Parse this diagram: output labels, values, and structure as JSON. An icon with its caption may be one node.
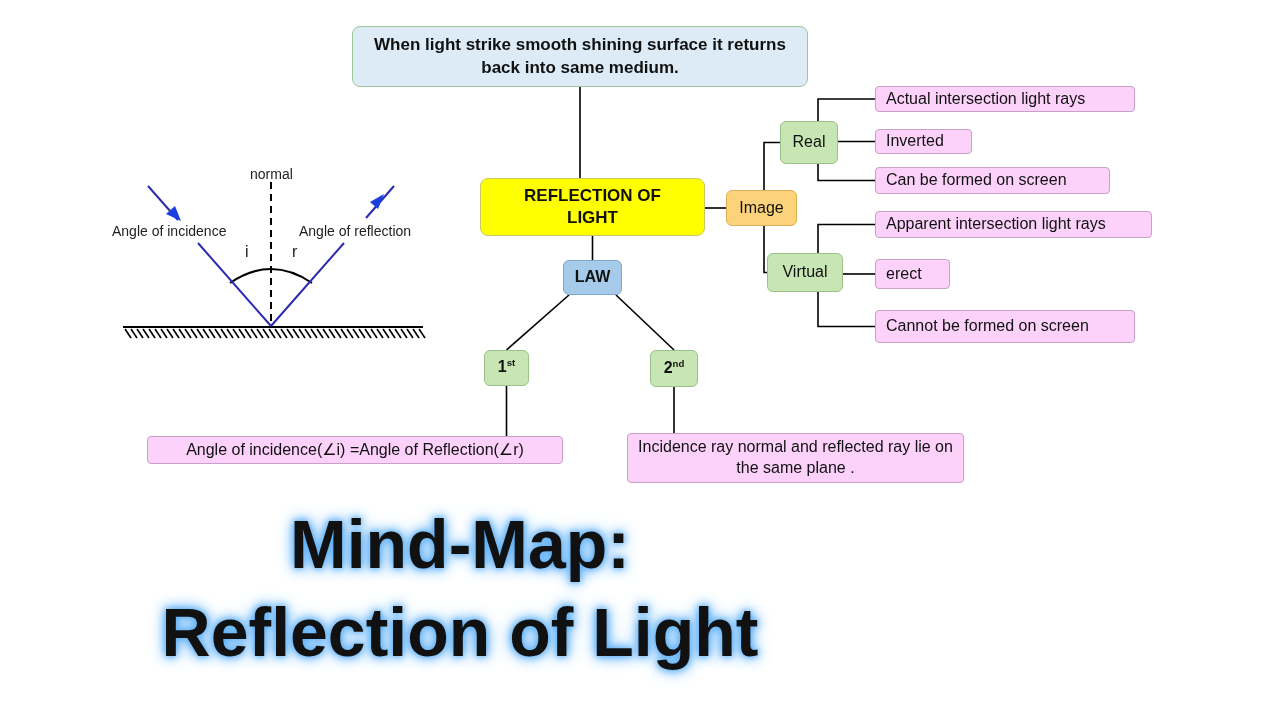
{
  "diagram": {
    "title": "Mind-Map: Reflection of Light",
    "nodes": [
      {
        "text": [
          "When light strike smooth shining  surface it returns back into same medium."
        ]
      },
      {
        "text": [
          "REFLECTION OF LIGHT"
        ]
      },
      {
        "text": [
          "Image"
        ]
      },
      {
        "text": [
          "Real"
        ]
      },
      {
        "text": [
          "Virtual"
        ]
      },
      {
        "text": [
          "Actual intersection light rays"
        ]
      },
      {
        "text": [
          "Inverted"
        ]
      },
      {
        "text": [
          "Can be formed on screen"
        ]
      },
      {
        "text": [
          "Apparent intersection light rays"
        ]
      },
      {
        "text": [
          "erect"
        ]
      },
      {
        "text": [
          "Cannot be formed on screen"
        ]
      },
      {
        "text": [
          "LAW"
        ]
      },
      {
        "text": [
          "1$^{st}$"
        ]
      },
      {
        "text": [
          "2$^{nd}$"
        ]
      },
      {
        "text": [
          "Angle of incidence(∠i) =Angle of Reflection(∠r)"
        ]
      },
      {
        "text": [
          "Incidence ray normal and reflected ray lie on the same plane ."
        ]
      }
    ],
    "edges": [
      {
        "from": 0,
        "to": 1,
        "arrow": "none"
      },
      {
        "from": 1,
        "to": 2,
        "arrow": "none"
      },
      {
        "from": 2,
        "to": 3,
        "arrow": "none"
      },
      {
        "from": 2,
        "to": 4,
        "arrow": "none"
      },
      {
        "from": 3,
        "to": 5,
        "arrow": "none"
      },
      {
        "from": 3,
        "to": 6,
        "arrow": "none"
      },
      {
        "from": 3,
        "to": 7,
        "arrow": "none"
      },
      {
        "from": 4,
        "to": 8,
        "arrow": "none"
      },
      {
        "from": 4,
        "to": 9,
        "arrow": "none"
      },
      {
        "from": 4,
        "to": 10,
        "arrow": "none"
      },
      {
        "from": 1,
        "to": 11,
        "arrow": "none"
      },
      {
        "from": 11,
        "to": 12,
        "arrow": "none"
      },
      {
        "from": 11,
        "to": 13,
        "arrow": "none"
      },
      {
        "from": 12,
        "to": 14,
        "arrow": "none"
      },
      {
        "from": 13,
        "to": 15,
        "arrow": "none"
      }
    ],
    "labels": [
      "normal",
      "Angle of incidence",
      "Angle of reflection",
      "i",
      "r"
    ]
  }
}
